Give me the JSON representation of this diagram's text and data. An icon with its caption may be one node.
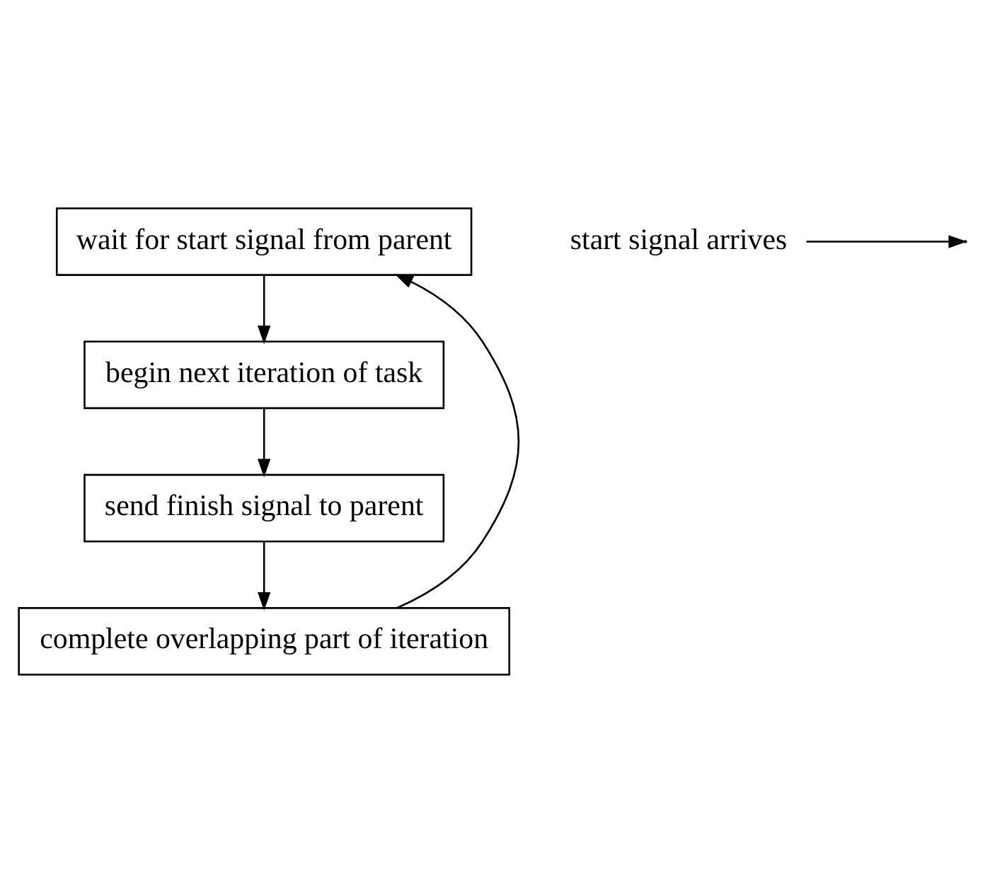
{
  "diagram": {
    "nodes": [
      {
        "text": [
          "wait for start signal from parent"
        ]
      },
      {
        "text": [
          "begin next iteration of task"
        ]
      },
      {
        "text": [
          "send finish signal to parent"
        ]
      },
      {
        "text": [
          "complete overlapping part of iteration"
        ]
      },
      {
        "text": [
          "start signal arrives"
        ]
      }
    ],
    "edges": [
      {
        "from": 0,
        "to": 1,
        "arrow": "to"
      },
      {
        "from": 1,
        "to": 2,
        "arrow": "to"
      },
      {
        "from": 2,
        "to": 3,
        "arrow": "to"
      },
      {
        "from": 3,
        "to": 0,
        "arrow": "to"
      },
      {
        "from": 4,
        "to": null,
        "arrow": "to"
      }
    ]
  }
}
